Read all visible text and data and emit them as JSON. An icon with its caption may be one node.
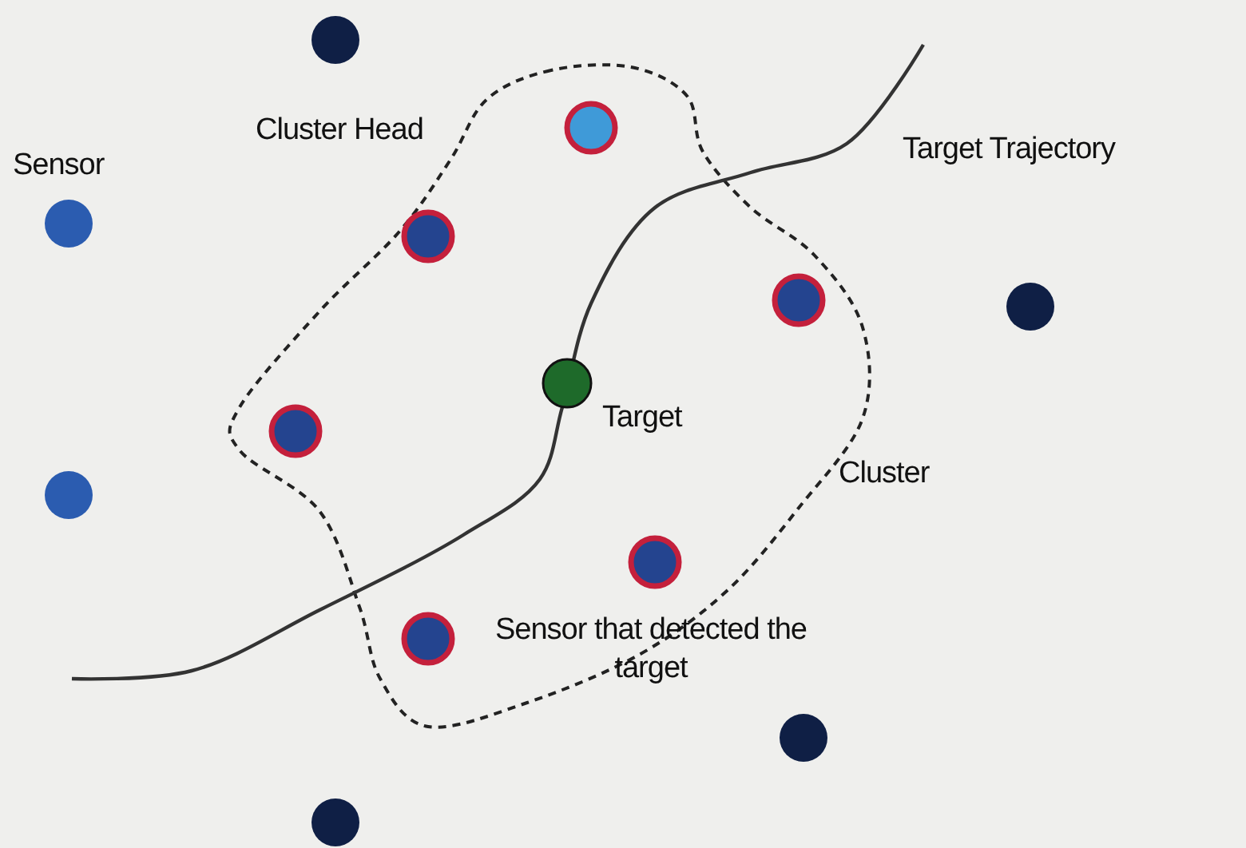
{
  "diagram": {
    "labels": [
      "Sensor",
      "Cluster Head",
      "Target Trajectory",
      "Target",
      "Cluster",
      "Sensor that detected the target"
    ]
  }
}
